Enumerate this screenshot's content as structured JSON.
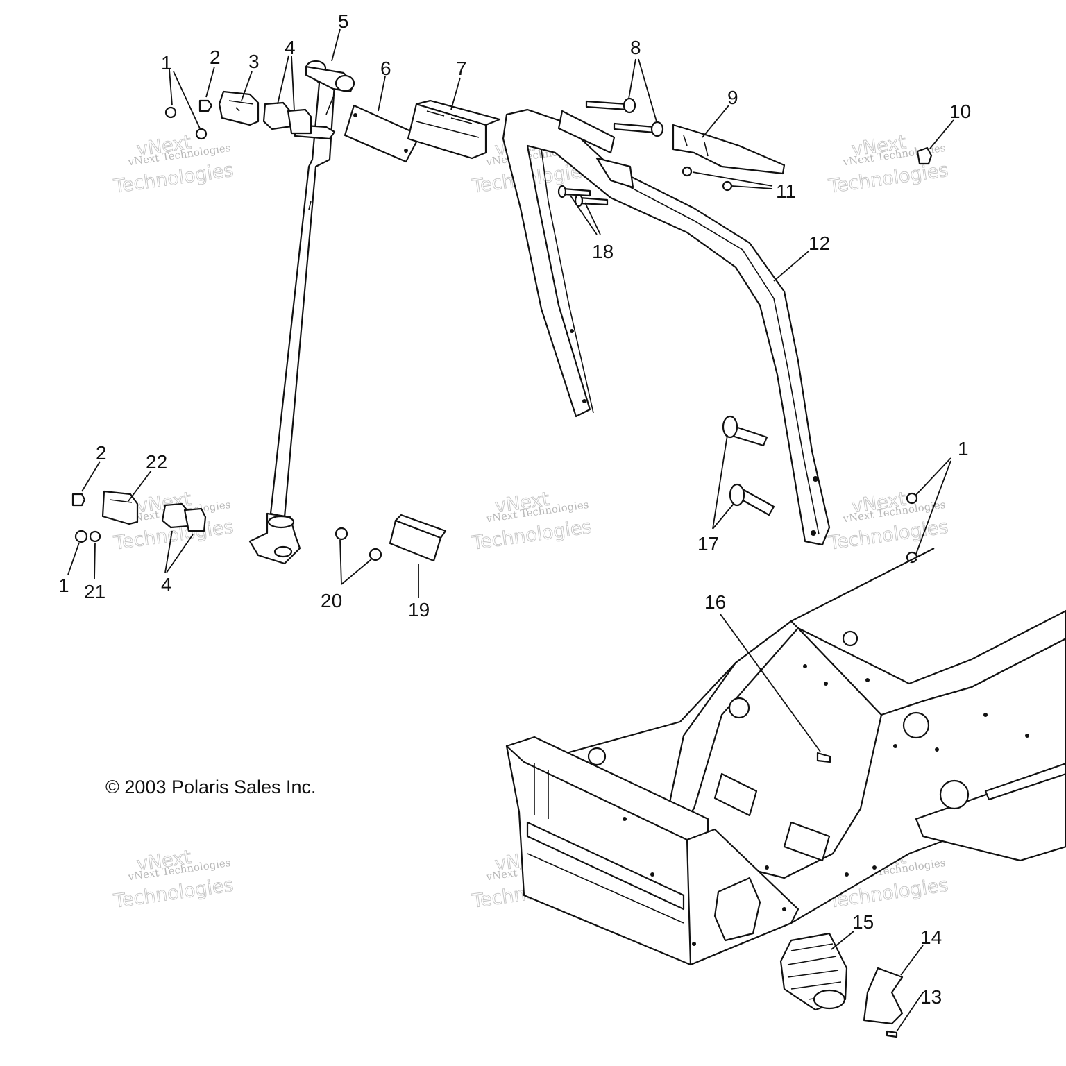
{
  "copyright": "© 2003 Polaris Sales Inc.",
  "watermark": {
    "line1": "vNext",
    "line2": "vNext Technologies",
    "line3": "Technologies"
  },
  "callouts": [
    {
      "id": "1a",
      "label": "1"
    },
    {
      "id": "2a",
      "label": "2"
    },
    {
      "id": "3",
      "label": "3"
    },
    {
      "id": "4a",
      "label": "4"
    },
    {
      "id": "5",
      "label": "5"
    },
    {
      "id": "6",
      "label": "6"
    },
    {
      "id": "7",
      "label": "7"
    },
    {
      "id": "8",
      "label": "8"
    },
    {
      "id": "9",
      "label": "9"
    },
    {
      "id": "10",
      "label": "10"
    },
    {
      "id": "11",
      "label": "11"
    },
    {
      "id": "12",
      "label": "12"
    },
    {
      "id": "18",
      "label": "18"
    },
    {
      "id": "2b",
      "label": "2"
    },
    {
      "id": "22",
      "label": "22"
    },
    {
      "id": "1b",
      "label": "1"
    },
    {
      "id": "21",
      "label": "21"
    },
    {
      "id": "4b",
      "label": "4"
    },
    {
      "id": "20",
      "label": "20"
    },
    {
      "id": "19",
      "label": "19"
    },
    {
      "id": "17",
      "label": "17"
    },
    {
      "id": "1c",
      "label": "1"
    },
    {
      "id": "16",
      "label": "16"
    },
    {
      "id": "15",
      "label": "15"
    },
    {
      "id": "14",
      "label": "14"
    },
    {
      "id": "13",
      "label": "13"
    }
  ]
}
